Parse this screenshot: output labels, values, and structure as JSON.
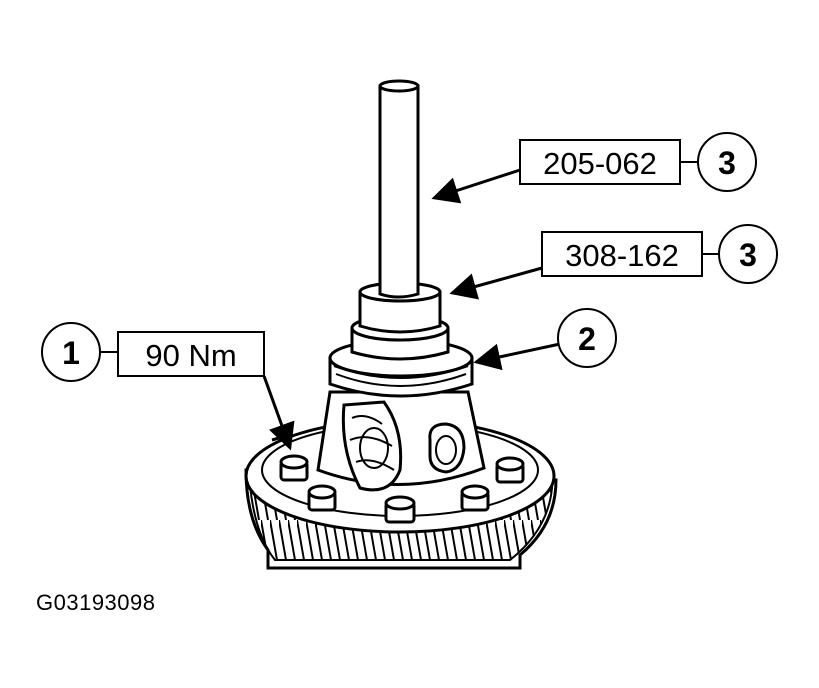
{
  "callouts": [
    {
      "number": "3",
      "label": "205-062"
    },
    {
      "number": "3",
      "label": "308-162"
    },
    {
      "number": "2",
      "label": ""
    },
    {
      "number": "1",
      "label": "90 Nm"
    }
  ],
  "figure_id": "G03193098",
  "colors": {
    "line": "#000000",
    "fill": "#ffffff"
  }
}
